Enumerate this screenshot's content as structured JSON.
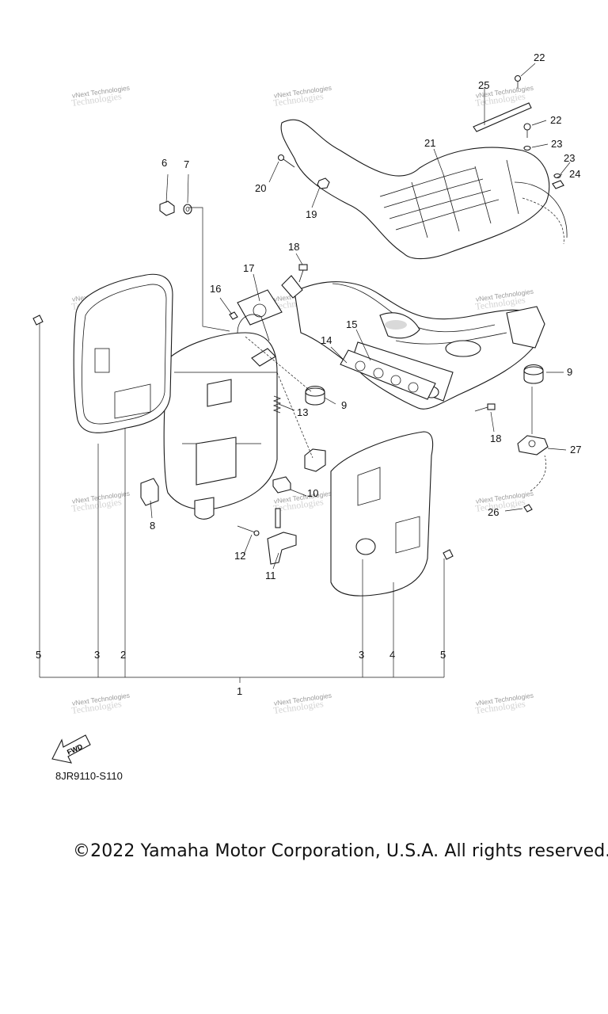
{
  "diagram": {
    "code": "8JR9110-S110",
    "direction_label": "FWD",
    "watermark_text": "vNext Technologies",
    "callouts": {
      "c1": "1",
      "c2": "2",
      "c3": "3",
      "c4": "4",
      "c5": "5",
      "c6": "6",
      "c7": "7",
      "c8": "8",
      "c9": "9",
      "c10": "10",
      "c11": "11",
      "c12": "12",
      "c13": "13",
      "c14": "14",
      "c15": "15",
      "c16": "16",
      "c17": "17",
      "c18": "18",
      "c19": "19",
      "c20": "20",
      "c21": "21",
      "c22": "22",
      "c23": "23",
      "c24": "24",
      "c25": "25",
      "c26": "26",
      "c27": "27"
    }
  },
  "copyright": "©2022 Yamaha Motor Corporation, U.S.A. All rights reserved."
}
